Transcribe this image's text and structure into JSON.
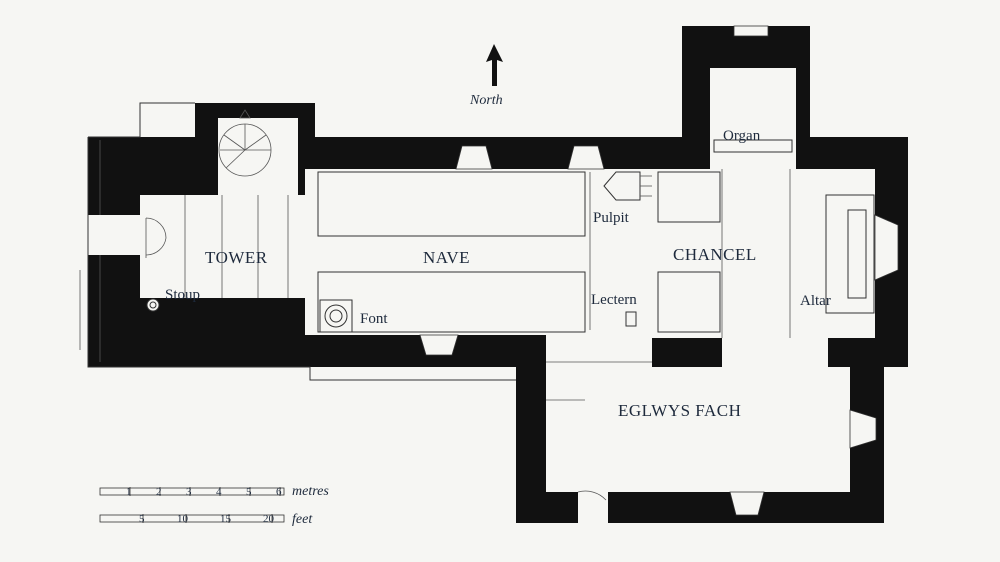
{
  "north": {
    "label": "North"
  },
  "rooms": {
    "tower": "TOWER",
    "nave": "NAVE",
    "chancel": "CHANCEL",
    "eglwys_fach": "EGLWYS FACH"
  },
  "features": {
    "organ": "Organ",
    "pulpit": "Pulpit",
    "lectern": "Lectern",
    "altar": "Altar",
    "font": "Font",
    "stoup": "Stoup"
  },
  "scale": {
    "metres": {
      "unit": "metres",
      "ticks": [
        "1",
        "2",
        "3",
        "4",
        "5",
        "6"
      ]
    },
    "feet": {
      "unit": "feet",
      "ticks": [
        "5",
        "10",
        "15",
        "20"
      ]
    }
  }
}
